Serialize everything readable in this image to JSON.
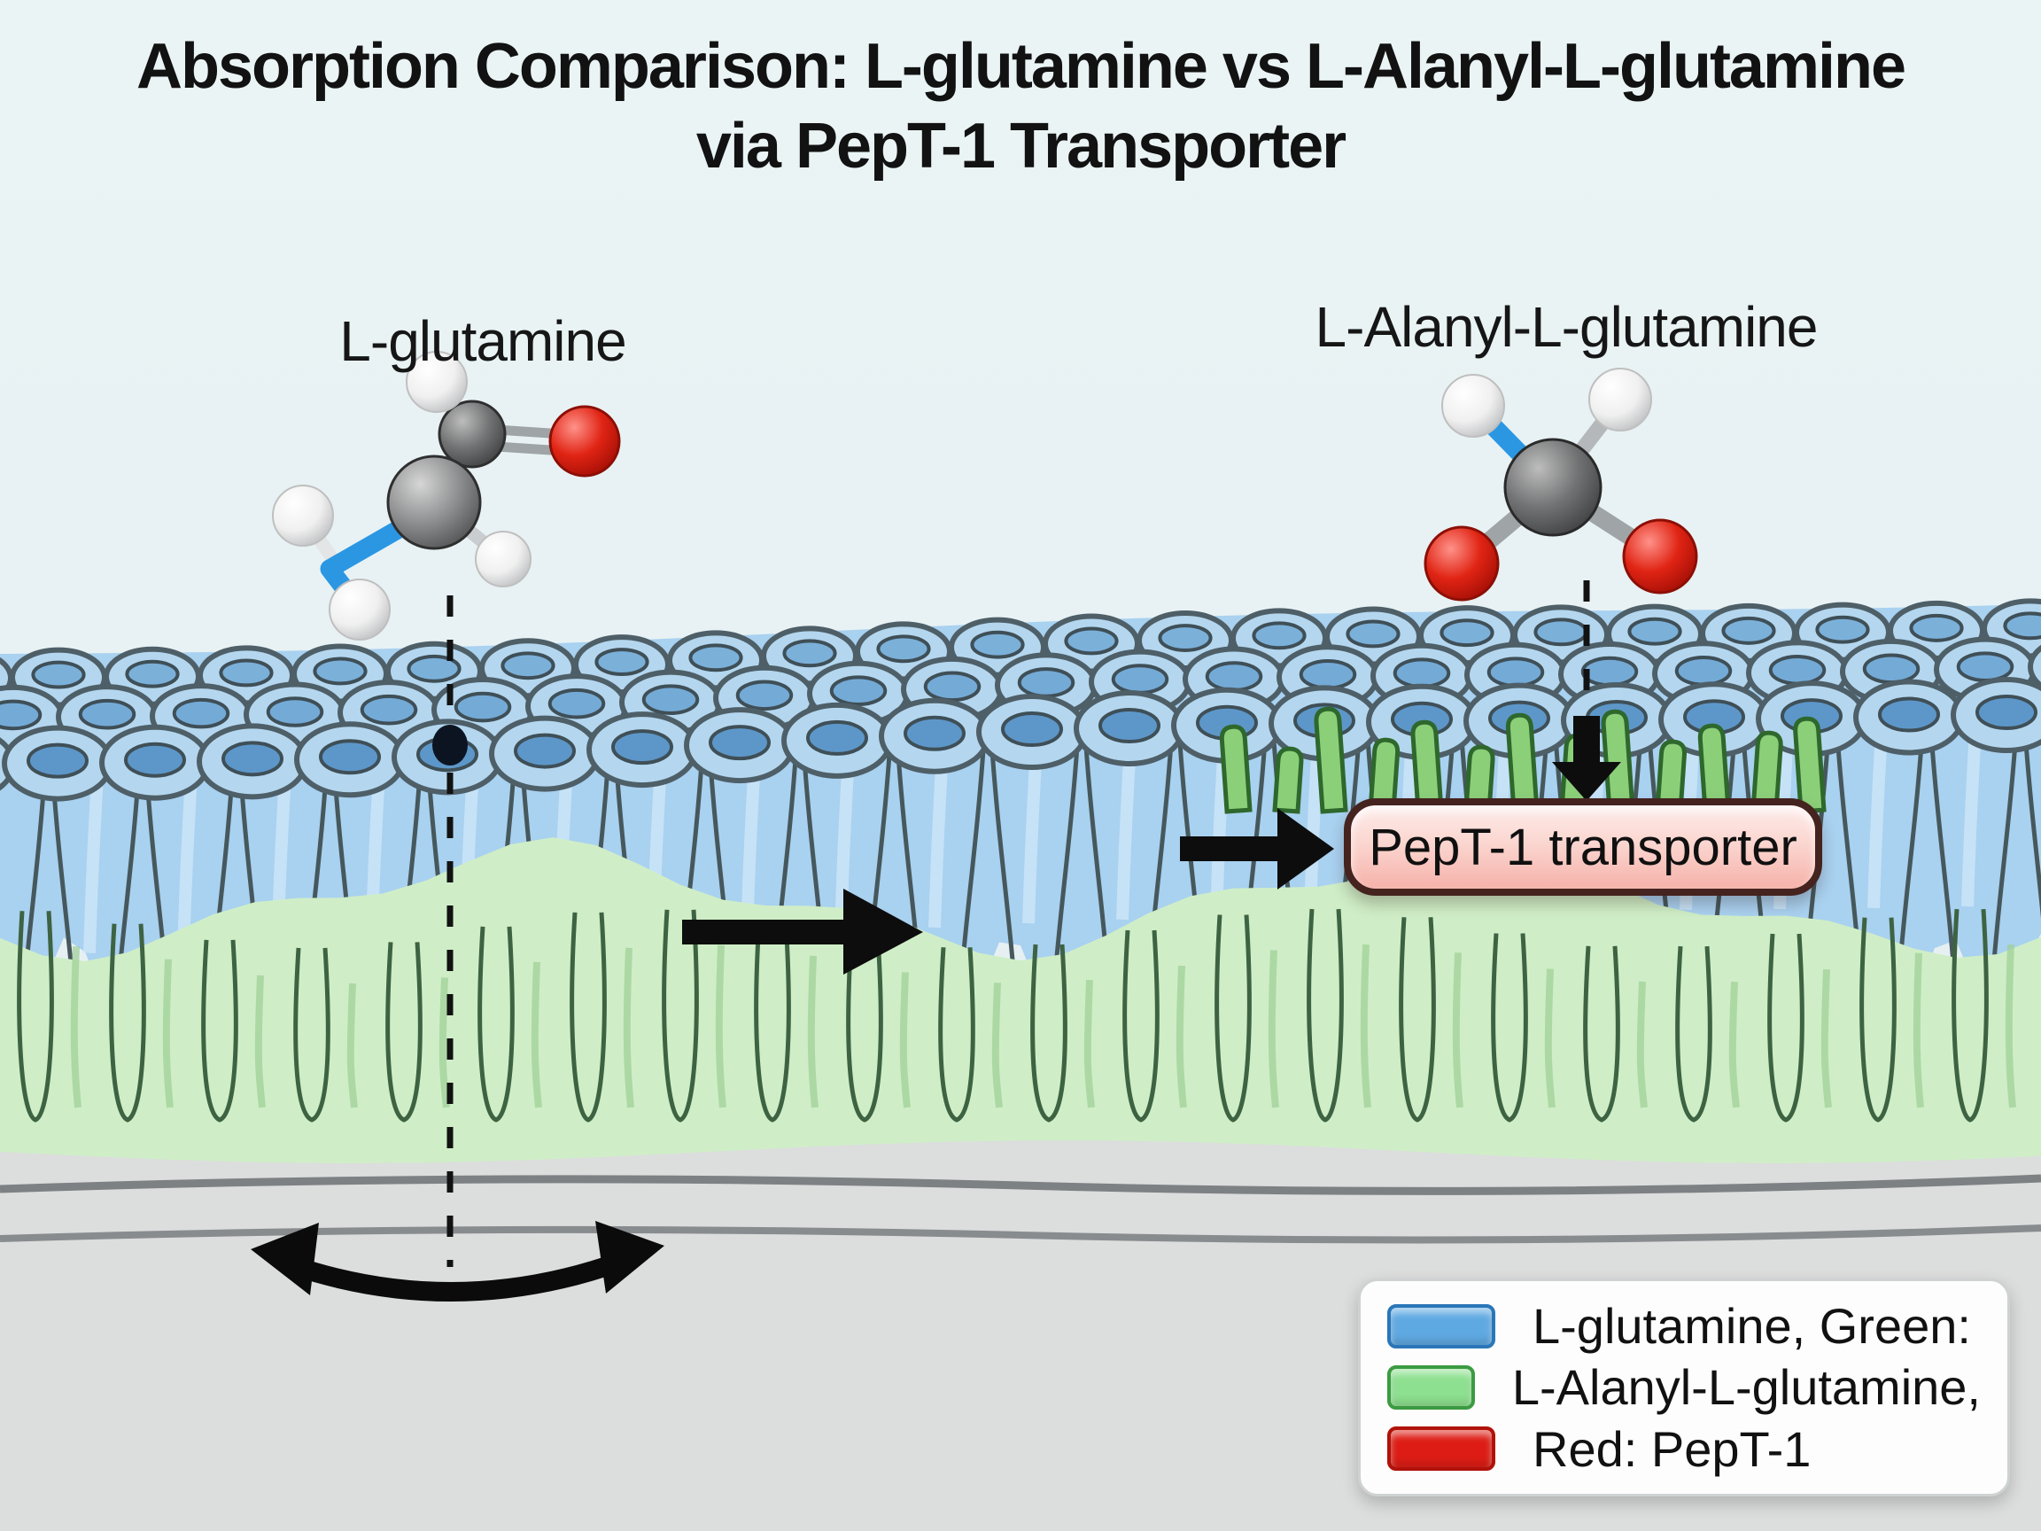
{
  "title": {
    "line1": "Absorption Comparison: L-glutamine vs L-Alanyl-L-glutamine",
    "line2": "via PepT-1 Transporter"
  },
  "molecules": {
    "left": {
      "label": "L-glutamine"
    },
    "right": {
      "label": "L-Alanyl-L-glutamine"
    }
  },
  "transporter_box": {
    "label": "PepT-1 transporter"
  },
  "legend": {
    "items": [
      {
        "name": "blue-swatch",
        "color": "#5fa9e2",
        "label": "L-glutamine, Green:"
      },
      {
        "name": "green-swatch",
        "color": "#8de08f",
        "label": "L-Alanyl-L-glutamine,"
      },
      {
        "name": "red-swatch",
        "color": "#dd1d15",
        "label": "Red: PepT-1"
      }
    ]
  },
  "colors": {
    "membrane_blue": "#a9d1f0",
    "membrane_ring_blue": "#b4d7ef",
    "membrane_green": "#cfeec7",
    "microvilli_green": "#8ccf79",
    "transporter_pink": "#f8c6bf",
    "transporter_border": "#45231f",
    "arrow_black": "#0d0d0d",
    "oxygen_red": "#d92318",
    "nitrogen_bond_blue": "#2b97e3"
  }
}
